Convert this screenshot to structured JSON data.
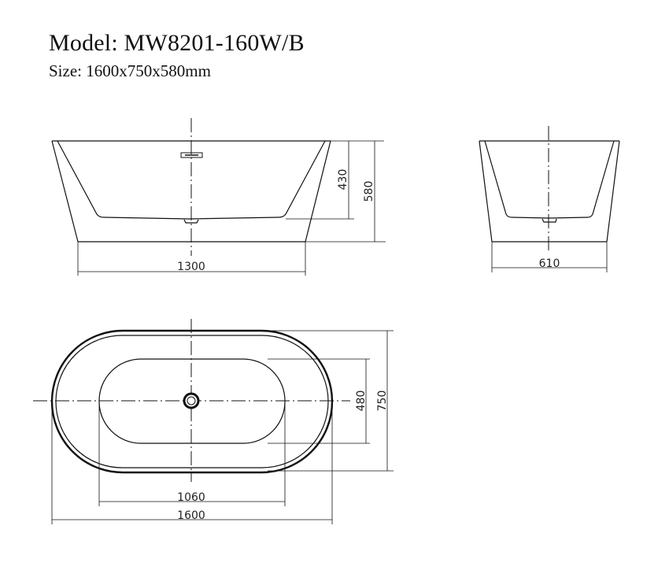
{
  "header": {
    "model_label": "Model: MW8201-160W/B",
    "size_label": "Size: 1600x750x580mm"
  },
  "views": {
    "front": {
      "dimensions": {
        "base_width": "1300",
        "inner_depth": "430",
        "overall_height": "580"
      }
    },
    "side": {
      "dimensions": {
        "base_width": "610"
      }
    },
    "top": {
      "dimensions": {
        "inner_length": "1060",
        "overall_length": "1600",
        "inner_width": "480",
        "overall_width": "750"
      }
    }
  },
  "colors": {
    "line": "#111111",
    "background": "#ffffff"
  }
}
